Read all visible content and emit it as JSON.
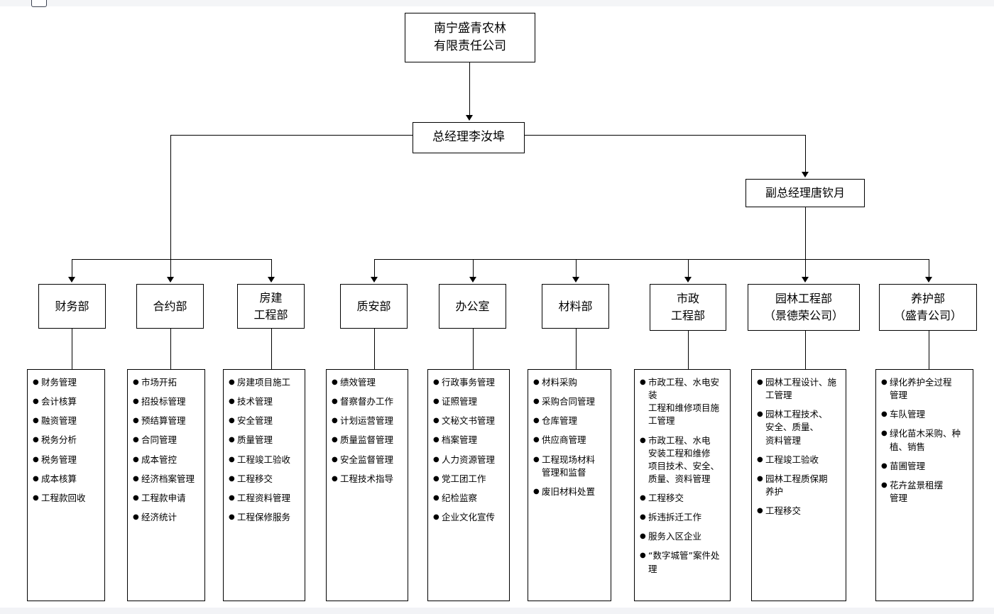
{
  "chart_data": {
    "type": "diagram",
    "title": "南宁盛青农林有限责任公司 组织结构图",
    "diagram_kind": "organization-chart"
  },
  "org": {
    "root": {
      "label": "南宁盛青农林\n有限责任公司"
    },
    "general_manager": {
      "label": "总经理李汝埠"
    },
    "deputy_general_manager": {
      "label": "副总经理唐钦月"
    },
    "departments": [
      {
        "name": "dept-finance",
        "label": "财务部",
        "duties": [
          "财务管理",
          "会计核算",
          "融资管理",
          "税务分析",
          "税务管理",
          "成本核算",
          "工程款回收"
        ]
      },
      {
        "name": "dept-contract",
        "label": "合约部",
        "duties": [
          "市场开拓",
          "招投标管理",
          "预结算管理",
          "合同管理",
          "成本管控",
          "经济档案管理",
          "工程款申请",
          "经济统计"
        ]
      },
      {
        "name": "dept-building-engineering",
        "label": "房建\n工程部",
        "duties": [
          "房建项目施工",
          "技术管理",
          "安全管理",
          "质量管理",
          "工程竣工验收",
          "工程移交",
          "工程资料管理",
          "工程保修服务"
        ]
      },
      {
        "name": "dept-quality-safety",
        "label": "质安部",
        "duties": [
          "绩效管理",
          "督察督办工作",
          "计划运营管理",
          "质量监督管理",
          "安全监督管理",
          "工程技术指导"
        ]
      },
      {
        "name": "dept-office",
        "label": "办公室",
        "duties": [
          "行政事务管理",
          "证照管理",
          "文秘文书管理",
          "档案管理",
          "人力资源管理",
          "党工团工作",
          "纪检监察",
          "企业文化宣传"
        ]
      },
      {
        "name": "dept-materials",
        "label": "材料部",
        "duties": [
          "材料采购",
          "采购合同管理",
          "仓库管理",
          "供应商管理",
          "工程现场材料\n管理和监督",
          "废旧材料处置"
        ]
      },
      {
        "name": "dept-municipal-engineering",
        "label": "市政\n工程部",
        "duties": [
          "市政工程、水电安装\n工程和维修项目施\n工管理",
          "市政工程、水电\n安装工程和维修\n项目技术、安全、\n质量、资料管理",
          "工程移交",
          "拆违拆迁工作",
          "服务入区企业",
          "“数字城管”案件处\n理"
        ]
      },
      {
        "name": "dept-garden-engineering",
        "label": "园林工程部\n（景德荣公司）",
        "duties": [
          "园林工程设计、施\n工管理",
          "园林工程技术、\n安全、质量、\n资料管理",
          "工程竣工验收",
          "园林工程质保期\n养护",
          "工程移交"
        ]
      },
      {
        "name": "dept-maintenance",
        "label": "养护部\n（盛青公司）",
        "duties": [
          "绿化养护全过程\n管理",
          "车队管理",
          "绿化苗木采购、种\n植、销售",
          "苗圃管理",
          "花卉盆景租摆\n管理"
        ]
      }
    ]
  },
  "colors": {
    "line": "#000000",
    "box_fill": "#ffffff",
    "chrome": "#f4f5f7"
  }
}
